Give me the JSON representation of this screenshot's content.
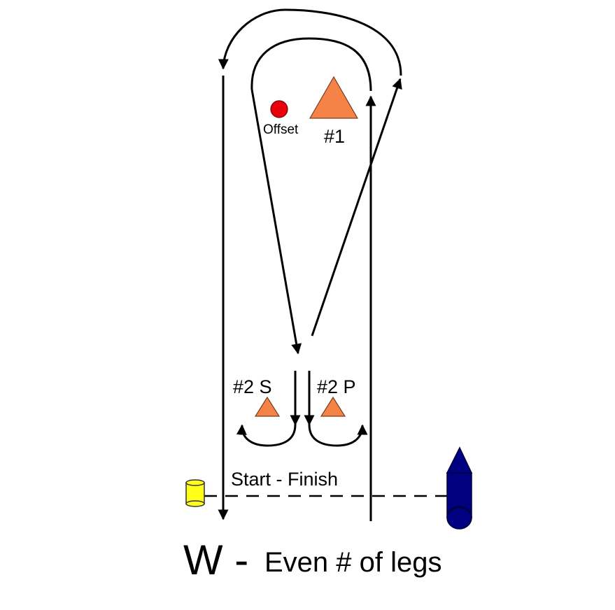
{
  "labels": {
    "offset": "Offset",
    "mark1": "#1",
    "mark2s": "#2 S",
    "mark2p": "#2 P",
    "start_finish": "Start - Finish",
    "title_main": "W -",
    "title_sub": "Even # of legs"
  },
  "colors": {
    "mark": "#f58347",
    "mark_stroke": "#7a3d1c",
    "offset_mark": "#e8000b",
    "pin_buoy": "#ffff1a",
    "committee_boat": "#000080",
    "line": "#000000"
  }
}
